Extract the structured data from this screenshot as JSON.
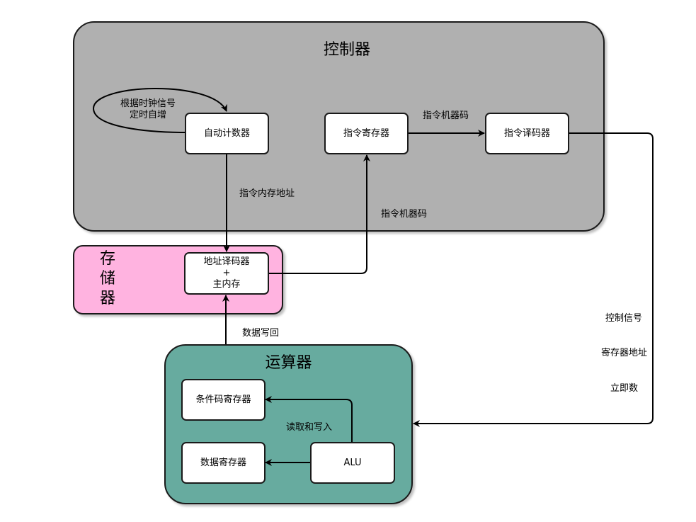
{
  "controller": {
    "title": "控制器",
    "program_counter": "自动计数器",
    "instruction_register": "指令寄存器",
    "instruction_decoder": "指令译码器",
    "clock_note_line1": "根据时钟信号",
    "clock_note_line2": "定时自增",
    "label_machine_code_top": "指令机器码",
    "label_mem_address": "指令内存地址",
    "label_machine_code_up": "指令机器码"
  },
  "memory": {
    "title_chars": [
      "存",
      "储",
      "器"
    ],
    "box_line1": "地址译码器",
    "box_line2": "+",
    "box_line3": "主内存",
    "label_writeback": "数据写回"
  },
  "alu_unit": {
    "title": "运算器",
    "condition_register": "条件码寄存器",
    "data_register": "数据寄存器",
    "alu": "ALU",
    "label_rw": "读取和写入"
  },
  "signals": {
    "control_signal": "控制信号",
    "register_address": "寄存器地址",
    "immediate": "立即数"
  },
  "colors": {
    "controller_fill": "#b0b0b0",
    "memory_fill": "#ffb3e0",
    "alu_fill": "#67ab9f"
  }
}
